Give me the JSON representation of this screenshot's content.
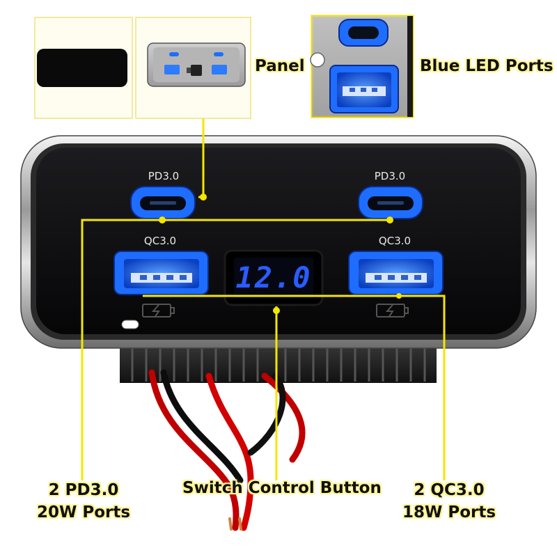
{
  "panel_label": "Panel",
  "led_label": "Blue LED Ports",
  "ports": {
    "pd_left": "PD3.0",
    "pd_right": "PD3.0",
    "qc_left": "QC3.0",
    "qc_right": "QC3.0"
  },
  "voltmeter_reading": "12.0",
  "callouts": {
    "pd": {
      "line1": "2 PD3.0",
      "line2": "20W Ports"
    },
    "switch": "Switch Control Button",
    "qc": {
      "line1": "2 QC3.0",
      "line2": "18W Ports"
    }
  },
  "colors": {
    "highlight_line": "#f5e600",
    "panel_face": "#0c0c0e",
    "led_blue": "#1e6dff",
    "display_digits": "#2a5cff",
    "callout_glow": "#fff59a"
  }
}
